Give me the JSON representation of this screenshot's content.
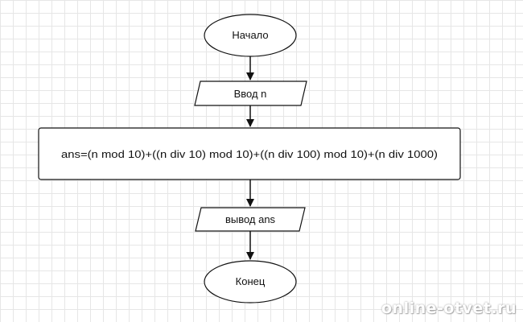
{
  "flowchart": {
    "nodes": [
      {
        "id": "start",
        "shape": "terminator",
        "label": "Начало"
      },
      {
        "id": "input",
        "shape": "parallelogram",
        "label": "Ввод n"
      },
      {
        "id": "process",
        "shape": "rectangle",
        "label": "ans=(n mod 10)+((n div 10) mod 10)+((n div 100) mod 10)+(n div 1000)"
      },
      {
        "id": "output",
        "shape": "parallelogram",
        "label": "вывод ans"
      },
      {
        "id": "end",
        "shape": "terminator",
        "label": "Конец"
      }
    ],
    "edges": [
      {
        "from": "start",
        "to": "input"
      },
      {
        "from": "input",
        "to": "process"
      },
      {
        "from": "process",
        "to": "output"
      },
      {
        "from": "output",
        "to": "end"
      }
    ]
  },
  "colors": {
    "stroke": "#111111",
    "fill": "#ffffff",
    "grid": "#e6e6e6"
  },
  "watermark": {
    "text": "online-otvet.ru"
  }
}
